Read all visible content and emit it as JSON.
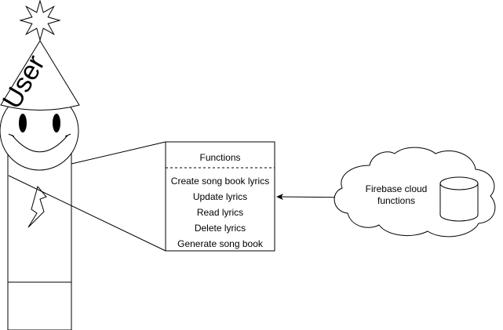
{
  "user": {
    "label": "User",
    "icon": "user-character-icon"
  },
  "functions_panel": {
    "title": "Functions",
    "items": [
      "Create song book lyrics",
      "Update lyrics",
      "Read lyrics",
      "Delete lyrics",
      "Generate song book"
    ]
  },
  "cloud": {
    "label_line1": "Firebase cloud",
    "label_line2": "functions",
    "icon": "database-cylinder-icon"
  },
  "connector": {
    "type": "bidirectional-arrow"
  }
}
